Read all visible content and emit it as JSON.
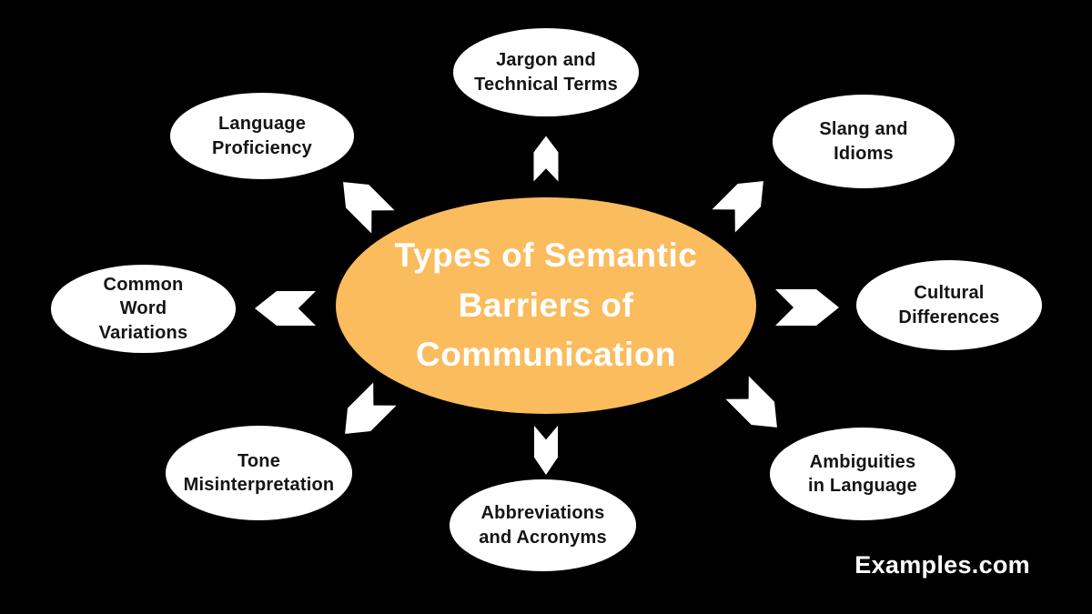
{
  "diagram": {
    "title": "Types of Semantic\nBarriers of\nCommunication",
    "watermark": "Examples.com",
    "colors": {
      "background": "#000000",
      "center_fill": "#FBBC5E",
      "center_text": "#FFFFFF",
      "node_fill": "#FFFFFF",
      "node_text": "#141414",
      "arrow_fill": "#FFFFFF"
    },
    "nodes": [
      {
        "id": "jargon-technical-terms",
        "label": "Jargon and\nTechnical Terms",
        "position": "top"
      },
      {
        "id": "language-proficiency",
        "label": "Language\nProficiency",
        "position": "upper-left"
      },
      {
        "id": "slang-idioms",
        "label": "Slang and\nIdioms",
        "position": "upper-right"
      },
      {
        "id": "common-word-variations",
        "label": "Common\nWord\nVariations",
        "position": "left"
      },
      {
        "id": "cultural-differences",
        "label": "Cultural\nDifferences",
        "position": "right"
      },
      {
        "id": "tone-misinterpretation",
        "label": "Tone\nMisinterpretation",
        "position": "lower-left"
      },
      {
        "id": "abbreviations-acronyms",
        "label": "Abbreviations\nand Acronyms",
        "position": "bottom"
      },
      {
        "id": "ambiguities-in-language",
        "label": "Ambiguities\nin Language",
        "position": "lower-right"
      }
    ],
    "arrows": [
      "up",
      "up-left",
      "up-right",
      "left",
      "right",
      "down-left",
      "down",
      "down-right"
    ]
  }
}
